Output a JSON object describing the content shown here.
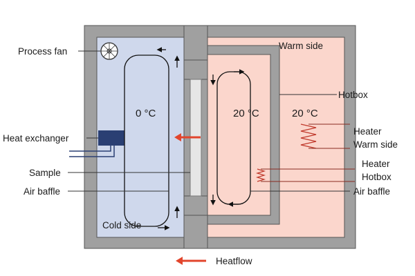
{
  "labels": {
    "process_fan": "Process fan",
    "warm_side": "Warm side",
    "hotbox": "Hotbox",
    "temp_cold": "0 °C",
    "temp_hotbox": "20 °C",
    "temp_warm": "20 °C",
    "heat_exchanger": "Heat exchanger",
    "sample": "Sample",
    "air_baffle_left": "Air baffle",
    "air_baffle_right": "Air baffle",
    "heater_warm_line1": "Heater",
    "heater_warm_line2": "Warm side",
    "heater_hotbox_line1": "Heater",
    "heater_hotbox_line2": "Hotbox",
    "cold_side": "Cold side",
    "heatflow": "Heatflow"
  },
  "colors": {
    "wall": "#a0a0a0",
    "wall_stroke": "#555555",
    "cold": "#cfd8ec",
    "warm": "#fbd6cc",
    "heat_exchanger": "#2a3f73",
    "heater": "#c0392b",
    "arrow_red": "#e2452c",
    "sample": "#e6e6e6",
    "flow": "#111111"
  }
}
